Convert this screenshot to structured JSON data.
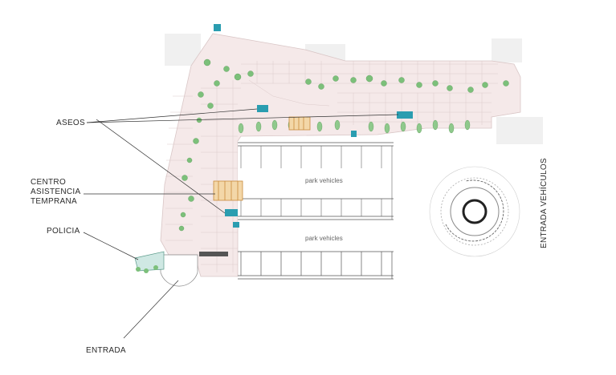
{
  "labels": {
    "aseos": "ASEOS",
    "centro_line1": "CENTRO",
    "centro_line2": "ASISTENCIA",
    "centro_line3": "TEMPRANA",
    "policia": "POLICIA",
    "entrada": "ENTRADA",
    "entrada_vehiculos": "ENTRADA VEHÍCULOS"
  },
  "parking_labels": [
    "park vehicles",
    "park vehicles"
  ],
  "colors": {
    "plan_fill": "#f5e9e9",
    "plan_lines": "#c9b8b8",
    "trees": "#7cc07a",
    "toilet_sign": "#2a9db0",
    "building_highlight": "#e7a85a"
  }
}
